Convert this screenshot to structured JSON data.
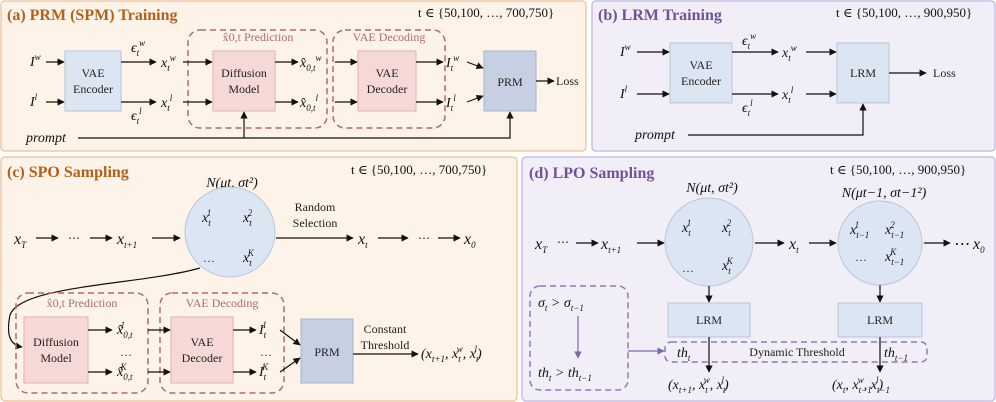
{
  "panels": {
    "a": {
      "title": "(a) PRM (SPM) Training",
      "tset": "t ∈ {50,100, …, 700,750}",
      "group_pred": "x̂0,t Prediction",
      "group_vae": "VAE Decoding",
      "enc": [
        "VAE",
        "Encoder"
      ],
      "diff": [
        "Diffusion",
        "Model"
      ],
      "dec": [
        "VAE",
        "Decoder"
      ],
      "prm": "PRM",
      "loss": "Loss",
      "prompt": "prompt"
    },
    "b": {
      "title": "(b) LRM Training",
      "tset": "t ∈ {50,100, …, 900,950}",
      "enc": [
        "VAE",
        "Encoder"
      ],
      "lrm": "LRM",
      "loss": "Loss",
      "prompt": "prompt"
    },
    "c": {
      "title": "(c) SPO Sampling",
      "tset": "t ∈ {50,100, …, 700,750}",
      "dist": "N(μt, σt²)",
      "random": [
        "Random",
        "Selection"
      ],
      "group_pred": "x̂0,t Prediction",
      "group_vae": "VAE Decoding",
      "diff": [
        "Diffusion",
        "Model"
      ],
      "dec": [
        "VAE",
        "Decoder"
      ],
      "prm": "PRM",
      "thresh": [
        "Constant",
        "Threshold"
      ]
    },
    "d": {
      "title": "(d) LPO Sampling",
      "tset": "t ∈ {50,100, …, 900,950}",
      "dist1": "N(μt, σt²)",
      "dist2": "N(μt−1, σt−1²)",
      "lrm": "LRM",
      "dyn": "Dynamic Threshold"
    }
  },
  "colors": {
    "orange_title": "#b5601a",
    "purple_title": "#6b559a",
    "enc_fill": "#dce6f2",
    "diff_fill": "#f6d9d6",
    "prm_fill": "#c6d0e2",
    "dash_red": "#b06b6b",
    "dash_purple": "#8c7bb8"
  }
}
